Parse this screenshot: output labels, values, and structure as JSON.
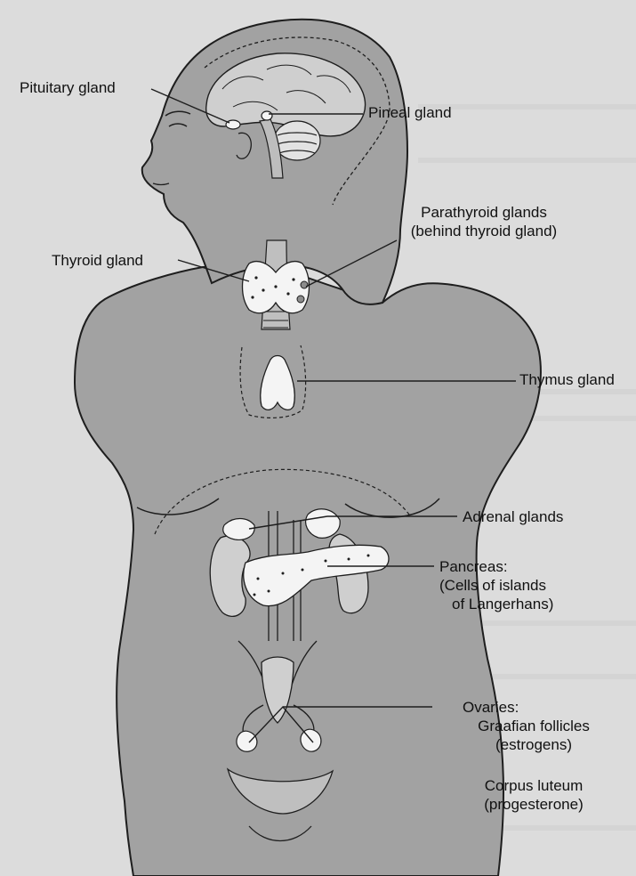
{
  "labels": {
    "pituitary": "Pituitary gland",
    "pineal": "Pineal gland",
    "parathyroid_1": "Parathyroid glands",
    "parathyroid_2": "(behind thyroid gland)",
    "thyroid": "Thyroid gland",
    "thymus": "Thymus gland",
    "adrenal": "Adrenal glands",
    "pancreas_1": "Pancreas:",
    "pancreas_2": "(Cells of islands",
    "pancreas_3": "of Langerhans)",
    "ovaries_1": "Ovaries:",
    "ovaries_2": "Graafian follicles",
    "ovaries_3": "(estrogens)",
    "corpus_1": "Corpus luteum",
    "corpus_2": "(progesterone)"
  },
  "colors": {
    "background": "#dcdcdc",
    "body_fill": "#a2a2a2",
    "outline": "#1e1e1e",
    "gland_fill": "#f4f4f4"
  }
}
